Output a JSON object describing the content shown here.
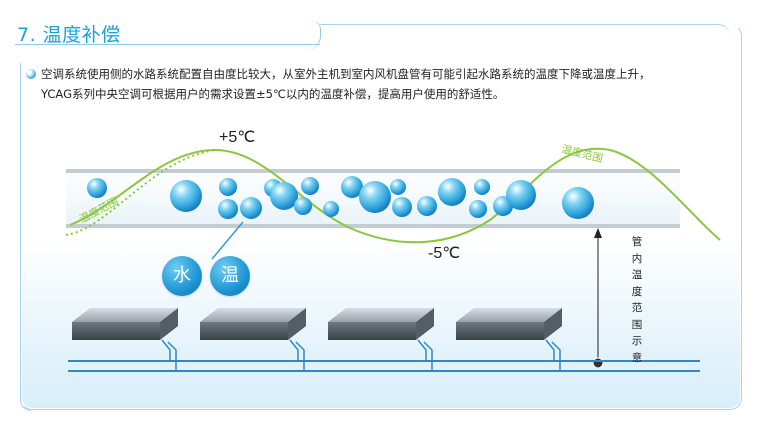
{
  "header": {
    "title": "7. 温度补偿"
  },
  "content": {
    "paragraph_line1": "空调系统使用侧的水路系统配置自由度比较大，从室外主机到室内风机盘管有可能引起水路系统的温度下降或温度上升，",
    "paragraph_line2": "YCAG系列中央空调可根据用户的需求设置±5℃以内的温度补偿，提高用户使用的舒适性。"
  },
  "diagram": {
    "upper_label": "+5℃",
    "lower_label": "-5℃",
    "wave_label_left": "温度范围",
    "wave_label_right": "温度范围",
    "badge_water": "水",
    "badge_temp": "温",
    "vertical_label": "管内温度范围示意",
    "colors": {
      "accent": "#1aa3d9",
      "wave": "#8cc63f",
      "pipe": "#2f86c8",
      "bubble": "#1e95d3"
    }
  }
}
